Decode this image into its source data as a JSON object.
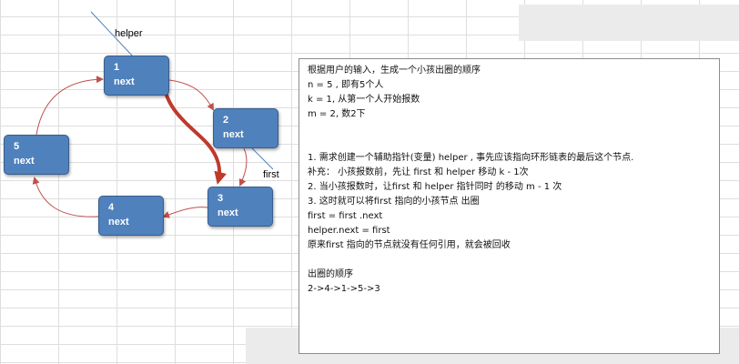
{
  "diagram": {
    "helper_label": "helper",
    "first_label": "first",
    "nodes": [
      {
        "number": "1",
        "field": "next"
      },
      {
        "number": "2",
        "field": "next"
      },
      {
        "number": "3",
        "field": "next"
      },
      {
        "number": "4",
        "field": "next"
      },
      {
        "number": "5",
        "field": "next"
      }
    ],
    "colors": {
      "node_fill": "#4f81bd",
      "arrow_thin": "#c0504d",
      "arrow_thick": "#c0392b",
      "pointer_line": "#4f81bd"
    }
  },
  "notes": {
    "lines": [
      "根据用户的输入，生成一个小孩出圈的顺序",
      "n = 5 , 即有5个人",
      "k = 1, 从第一个人开始报数",
      "m = 2, 数2下",
      "",
      "",
      "1.  需求创建一个辅助指针(变量) helper , 事先应该指向环形链表的最后这个节点.",
      "补充：  小孩报数前，先让 first 和  helper 移动 k - 1次",
      "2.  当小孩报数时，让first 和 helper 指针同时 的移动  m  - 1 次",
      "3.  这时就可以将first 指向的小孩节点 出圈",
      "first = first .next",
      "helper.next = first",
      "原来first 指向的节点就没有任何引用，就会被回收",
      "",
      "出圈的顺序",
      "2->4->1->5->3"
    ]
  }
}
